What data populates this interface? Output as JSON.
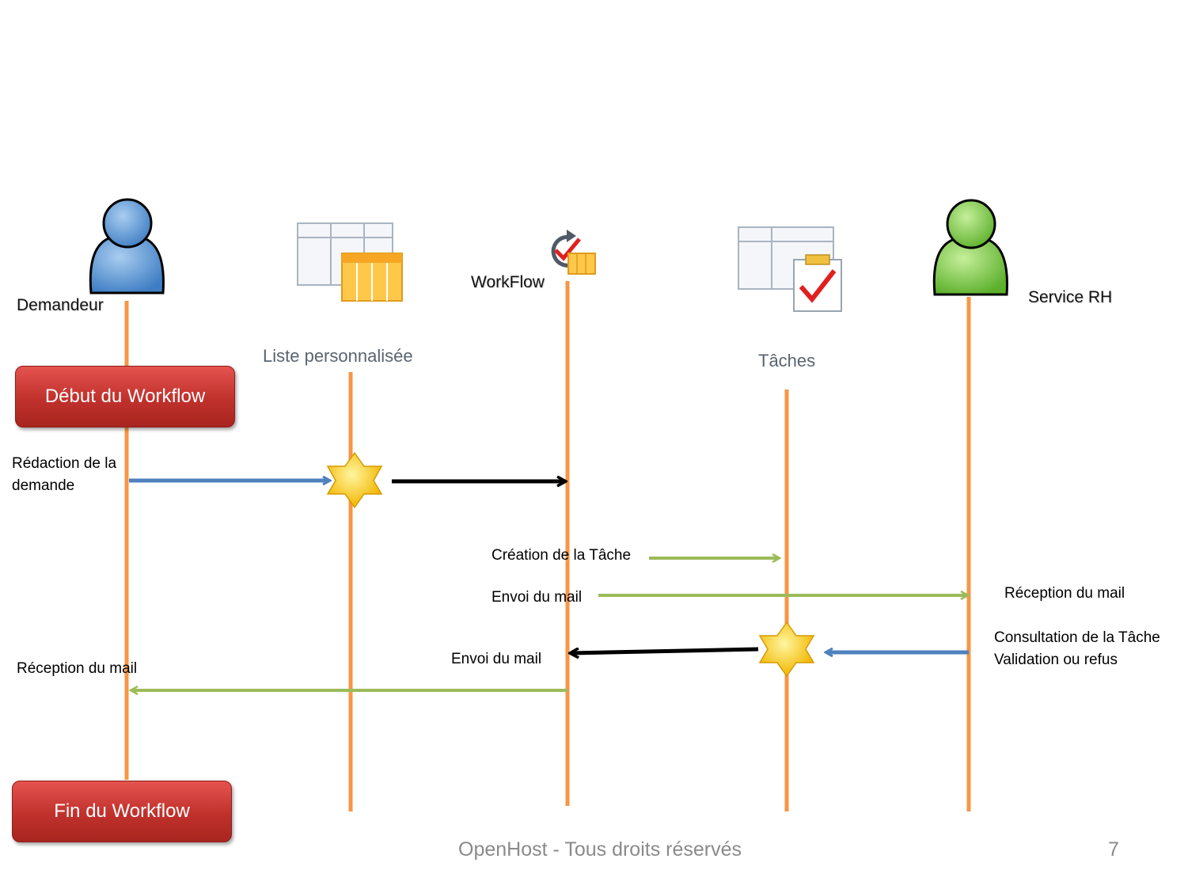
{
  "actors": {
    "demandeur": "Demandeur",
    "liste": "Liste personnalisée",
    "workflow": "WorkFlow",
    "taches": "Tâches",
    "service_rh": "Service RH"
  },
  "buttons": {
    "start": "Début du Workflow",
    "end": "Fin du Workflow"
  },
  "steps": {
    "redaction": "Rédaction de la\ndemande",
    "creation_tache": "Création de la Tâche",
    "envoi_mail_1": "Envoi du mail",
    "reception_mail_rh": "Réception du mail",
    "consultation": "Consultation de la Tâche\nValidation ou refus",
    "envoi_mail_2": "Envoi du mail",
    "reception_mail_demandeur": "Réception du mail"
  },
  "footer": {
    "text": "OpenHost - Tous droits réservés",
    "page_number": "7"
  },
  "colors": {
    "lifeline": "#f79646",
    "blue_arrow": "#4f81bd",
    "green_arrow": "#9bbb59",
    "black_arrow": "#000000",
    "star": "#ffd700",
    "button_red": "#c0312c",
    "person_blue": "#6fa3d8",
    "person_green": "#8fd14f"
  },
  "icons": [
    "user-icon-blue",
    "custom-list-icon",
    "workflow-icon",
    "tasks-icon",
    "user-icon-green",
    "star-event-icon"
  ]
}
